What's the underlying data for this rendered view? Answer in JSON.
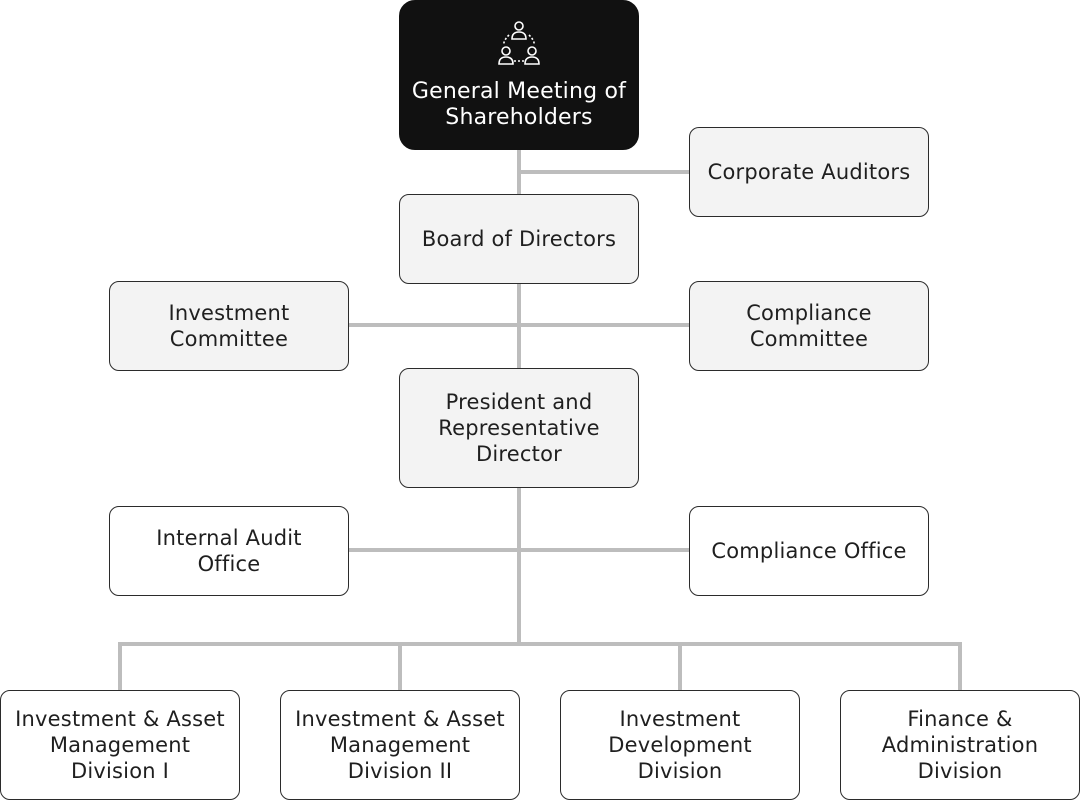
{
  "colors": {
    "line": "#bdbdbd",
    "top_box": "#111111",
    "gray_box": "#f3f3f3",
    "white_box": "#ffffff",
    "border": "#2b2b2b"
  },
  "nodes": {
    "shareholders": {
      "label": "General Meeting of\nShareholders",
      "icon": "group-of-people-icon"
    },
    "corporate_auditors": {
      "label": "Corporate Auditors"
    },
    "board": {
      "label": "Board of Directors"
    },
    "investment_committee": {
      "label": "Investment\nCommittee"
    },
    "compliance_committee": {
      "label": "Compliance\nCommittee"
    },
    "president": {
      "label": "President and\nRepresentative\nDirector"
    },
    "internal_audit": {
      "label": "Internal Audit\nOffice"
    },
    "compliance_office": {
      "label": "Compliance Office"
    },
    "divisions": [
      {
        "label": "Investment & Asset\nManagement\nDivision I"
      },
      {
        "label": "Investment & Asset\nManagement\nDivision II"
      },
      {
        "label": "Investment\nDevelopment\nDivision"
      },
      {
        "label": "Finance &\nAdministration\nDivision"
      }
    ]
  }
}
